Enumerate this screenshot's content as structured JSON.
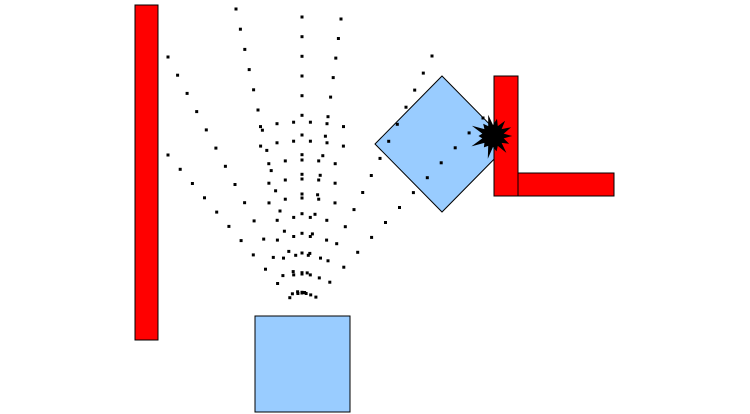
{
  "colors": {
    "wall": "#ff0000",
    "block": "#99ccff",
    "outline": "#000000",
    "dot": "#000000",
    "burst": "#000000",
    "background": "#ffffff"
  },
  "elements": {
    "left_wall": {
      "shape": "vertical-bar",
      "color": "red"
    },
    "source_block": {
      "shape": "square",
      "color": "light-blue"
    },
    "tilted_block": {
      "shape": "rotated-square",
      "color": "light-blue"
    },
    "l_shaped_wall": {
      "shape": "L",
      "color": "red"
    },
    "impact_burst": {
      "icon": "explosion-burst-icon"
    }
  },
  "signal": {
    "description_free": true,
    "ray_count": 9,
    "emitter": "top-of-source-block"
  }
}
